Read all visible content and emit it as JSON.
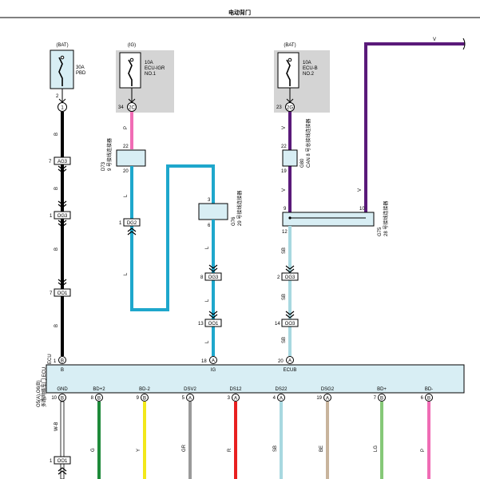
{
  "page": {
    "title": "电动背门"
  },
  "fuses": [
    {
      "supply": "(BAT)",
      "rating": "30A",
      "name1": "PBD",
      "name2": "",
      "pin_top": "2",
      "conn_pin": "1",
      "conn_label": ""
    },
    {
      "supply": "(IG)",
      "rating": "10A",
      "name1": "ECU-IGR",
      "name2": "NO.1",
      "pin_top": "34",
      "conn_pin": "2C",
      "conn_label": ""
    },
    {
      "supply": "(BAT)",
      "rating": "10A",
      "name1": "ECU-B",
      "name2": "NO.2",
      "pin_top": "23",
      "conn_pin": "2G",
      "conn_label": ""
    }
  ],
  "wire_colors": {
    "B": "#000000",
    "P": "#f06cb5",
    "L": "#1ea7cc",
    "V": "#5a1a7a",
    "SB": "#a8d8e0",
    "W-B": "#ffffff",
    "G": "#1e8a3a",
    "Y": "#f2e81a",
    "GR": "#9a9a9a",
    "R": "#e82020",
    "BE": "#c8b49c",
    "LG": "#86c878",
    "grey_box": "#d4d4d4",
    "ecu_box": "#d8eef4"
  },
  "wire_labels": {
    "b": "B",
    "p": "P",
    "l": "L",
    "v": "V",
    "sb": "SB",
    "wb": "W-B",
    "g": "G",
    "y": "Y",
    "gr": "GR",
    "r": "R",
    "be": "BE",
    "lg": "LG",
    "pk": "P"
  },
  "connectors": {
    "ag3": {
      "pin": "7",
      "name": "AG3"
    },
    "og3_left": {
      "pin": "1",
      "name": "OG3"
    },
    "oo1_left": {
      "pin": "7",
      "name": "OO1"
    },
    "dg2": {
      "pin": "1",
      "name": "DG2"
    },
    "og3_mid": {
      "pin": "8",
      "name": "OG3"
    },
    "oo1_mid": {
      "pin": "13",
      "name": "OO1"
    },
    "og3_right": {
      "pin": "2",
      "name": "OG3"
    },
    "oo3_right": {
      "pin": "14",
      "name": "OO3"
    },
    "oo1_bottom": {
      "pin": "1",
      "name": "OO1"
    }
  },
  "junctions": {
    "d73": {
      "code": "D73",
      "desc": "9 号接线连接器",
      "pin_top": "22",
      "pin_bottom": "20"
    },
    "g76": {
      "code": "G76",
      "desc": "29 号接线连接器",
      "pin_top": "3",
      "pin_bottom": "6"
    },
    "g80": {
      "code": "G80",
      "desc": "CAN 8 号总接线连接器",
      "pin_top": "22",
      "pin_bottom": "19"
    },
    "g75": {
      "code": "G75",
      "desc": "28 号接线连接器",
      "pin_left": "9",
      "pin_right": "10",
      "pin_bottom": "12"
    }
  },
  "ecu": {
    "code": "O5(A),O6(B)",
    "name": "多路网络车门 ECU",
    "suffix": "ECU",
    "top_terminals": [
      {
        "pin": "1",
        "letter": "B",
        "label": "B"
      },
      {
        "pin": "18",
        "letter": "A",
        "label": "IG"
      },
      {
        "pin": "20",
        "letter": "A",
        "label": "ECUB"
      }
    ],
    "bottom_terminals": [
      {
        "pin": "10",
        "letter": "B",
        "label": "GND",
        "wire": "W-B"
      },
      {
        "pin": "8",
        "letter": "B",
        "label": "BD+2",
        "wire": "G"
      },
      {
        "pin": "9",
        "letter": "B",
        "label": "BD-2",
        "wire": "Y"
      },
      {
        "pin": "5",
        "letter": "A",
        "label": "DSV2",
        "wire": "GR"
      },
      {
        "pin": "3",
        "letter": "A",
        "label": "DS12",
        "wire": "R"
      },
      {
        "pin": "4",
        "letter": "A",
        "label": "DS22",
        "wire": "SB"
      },
      {
        "pin": "19",
        "letter": "A",
        "label": "DSG2",
        "wire": "BE"
      },
      {
        "pin": "7",
        "letter": "B",
        "label": "BD+",
        "wire": "LG"
      },
      {
        "pin": "6",
        "letter": "B",
        "label": "BD-",
        "wire": "P"
      }
    ]
  }
}
